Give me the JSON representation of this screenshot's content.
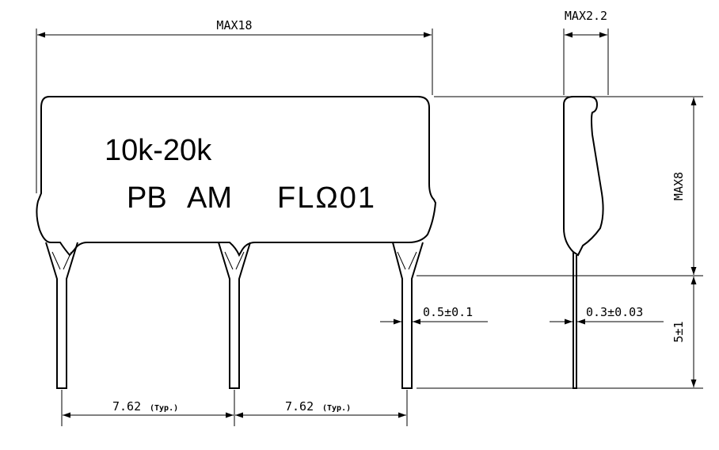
{
  "marking": {
    "line1": "10k-20k",
    "line2_a": "PB",
    "line2_b": "AM",
    "line2_c": "FLΩ01"
  },
  "dimensions": {
    "max_width": "MAX18",
    "max_thickness": "MAX2.2",
    "max_height": "MAX8",
    "lead_length": "5±1",
    "lead_width": "0.5±0.1",
    "lead_thickness": "0.3±0.03",
    "pitch_1": "7.62",
    "pitch_1_note": "(Typ.)",
    "pitch_2": "7.62",
    "pitch_2_note": "(Typ.)"
  }
}
